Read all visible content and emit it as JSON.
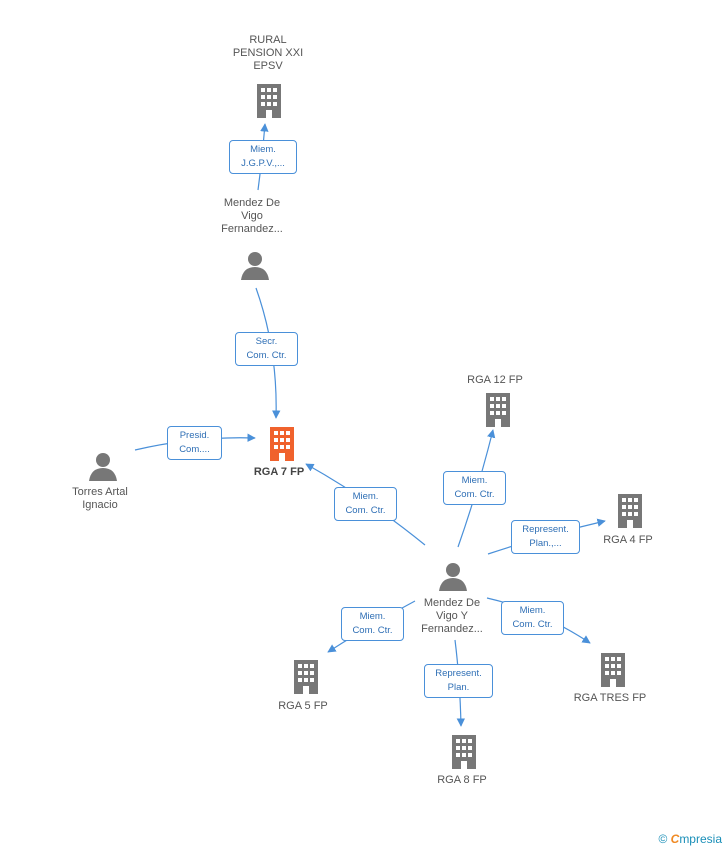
{
  "nodes": {
    "rural_pension": {
      "label": "RURAL\nPENSION XXI\nEPSV"
    },
    "mendez_top": {
      "label": "Mendez De\nVigo\nFernandez..."
    },
    "rga7": {
      "label": "RGA 7 FP"
    },
    "torres": {
      "label": "Torres Artal\nIgnacio"
    },
    "rga12": {
      "label": "RGA 12 FP"
    },
    "rga4": {
      "label": "RGA 4 FP"
    },
    "mendez_center": {
      "label": "Mendez De\nVigo Y\nFernandez..."
    },
    "rga5": {
      "label": "RGA 5 FP"
    },
    "rga8": {
      "label": "RGA 8 FP"
    },
    "rgatres": {
      "label": "RGA TRES FP"
    }
  },
  "edges": {
    "e1": {
      "label": "Miem.\nJ.G.P.V.,..."
    },
    "e2": {
      "label": "Secr.\nCom. Ctr."
    },
    "e3": {
      "label": "Presid.\nCom...."
    },
    "e4": {
      "label": "Miem.\nCom. Ctr."
    },
    "e5": {
      "label": "Miem.\nCom. Ctr."
    },
    "e6": {
      "label": "Represent.\nPlan.,..."
    },
    "e7": {
      "label": "Miem.\nCom. Ctr."
    },
    "e8": {
      "label": "Represent.\nPlan."
    },
    "e9": {
      "label": "Miem.\nCom. Ctr."
    }
  },
  "colors": {
    "edge": "#4a90d9",
    "building": "#777777",
    "building_main": "#f0622d",
    "person": "#777777"
  },
  "footer": {
    "copyright": "©",
    "brand_first": "C",
    "brand_rest": "mpresia"
  }
}
